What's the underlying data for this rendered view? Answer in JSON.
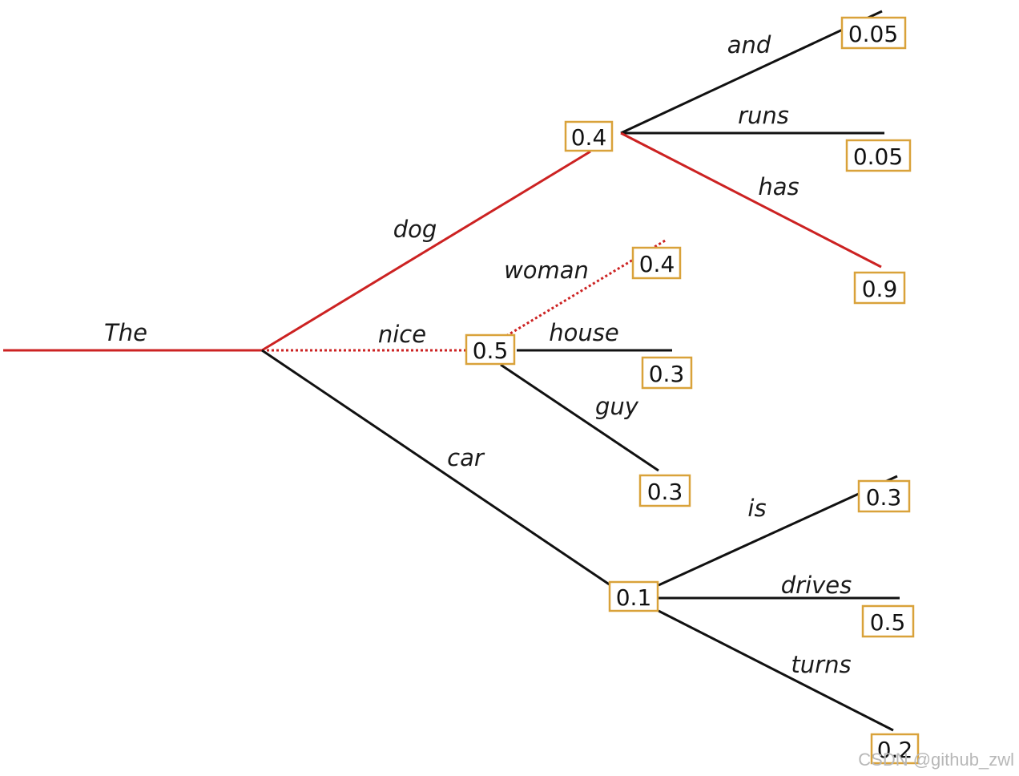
{
  "colors": {
    "selected_path": "#cc2222",
    "default_path": "#111111",
    "box_border": "#d9a23a"
  },
  "words": {
    "the": "The",
    "dog": "dog",
    "nice": "nice",
    "car": "car",
    "and": "and",
    "runs": "runs",
    "has": "has",
    "woman": "woman",
    "house": "house",
    "guy": "guy",
    "is": "is",
    "drives": "drives",
    "turns": "turns"
  },
  "probabilities": {
    "dog": "0.4",
    "nice": "0.5",
    "car": "0.1",
    "and": "0.05",
    "runs": "0.05",
    "has": "0.9",
    "woman": "0.4",
    "house": "0.3",
    "guy": "0.3",
    "is": "0.3",
    "drives": "0.5",
    "turns": "0.2"
  },
  "watermark": "CSDN @github_zwl"
}
